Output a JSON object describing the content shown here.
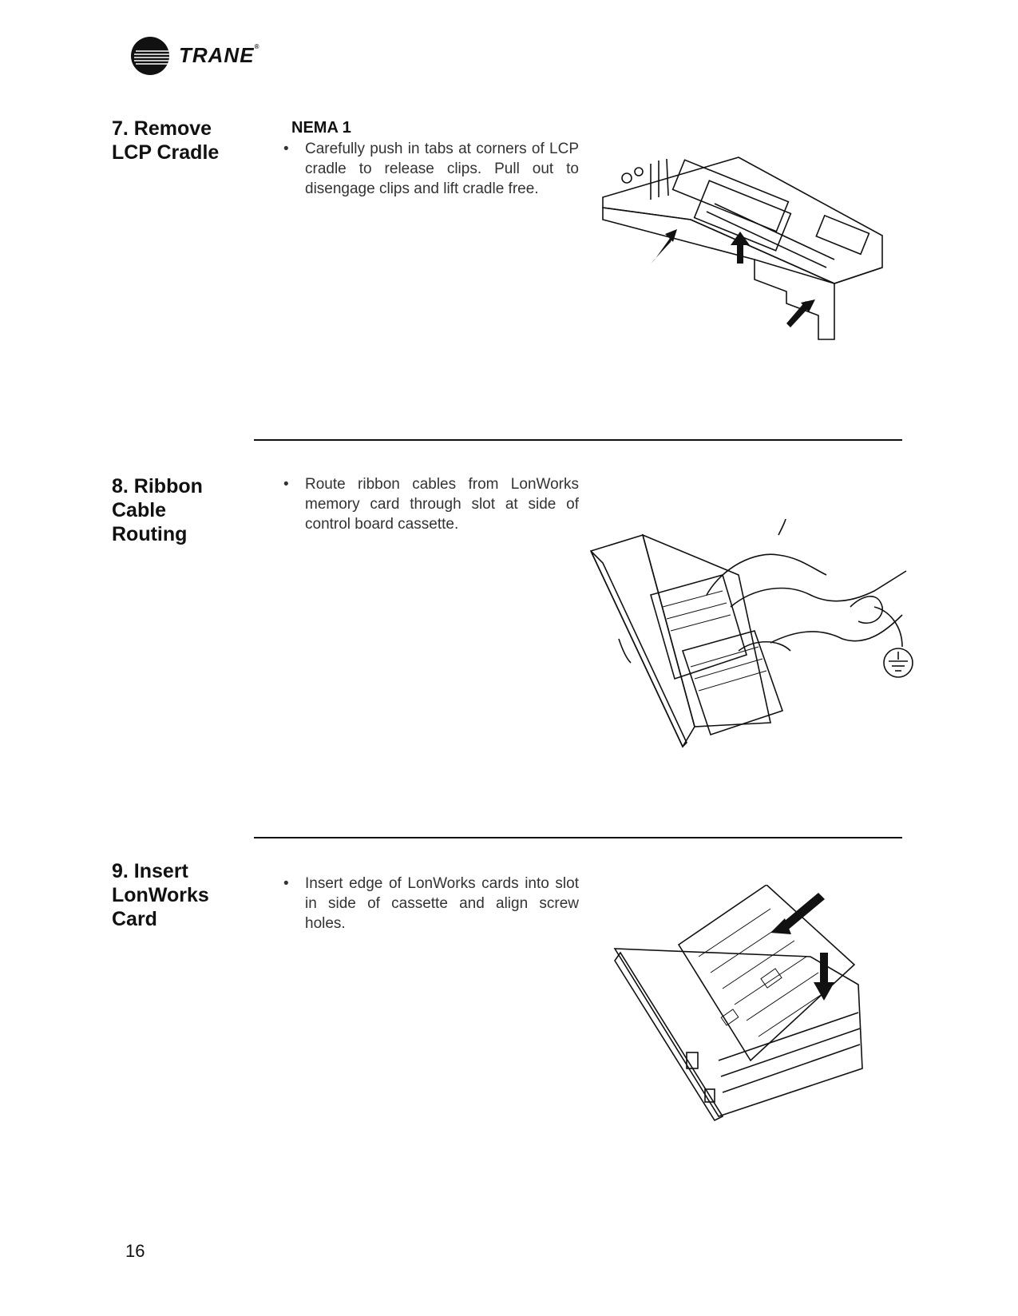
{
  "brand": {
    "name": "TRANE",
    "mark": "®"
  },
  "sections": [
    {
      "heading_lines": [
        "7. Remove",
        "LCP Cradle"
      ],
      "subheading": "NEMA 1",
      "bullet": "Carefully push in tabs at corners of LCP cradle to release clips. Pull out to disengage clips and lift cradle free.",
      "icon": "lcp-cradle-illustration"
    },
    {
      "heading_lines": [
        "8. Ribbon",
        "Cable",
        "Routing"
      ],
      "bullet": "Route ribbon cables from LonWorks memory card through slot at side of control board cassette.",
      "icon": "ribbon-cable-illustration"
    },
    {
      "heading_lines": [
        "9. Insert",
        "LonWorks",
        "Card"
      ],
      "bullet": "Insert edge of LonWorks cards into slot in side of cassette and align screw holes.",
      "icon": "lonworks-card-illustration"
    }
  ],
  "bullet_symbol": "•",
  "page_number": "16"
}
